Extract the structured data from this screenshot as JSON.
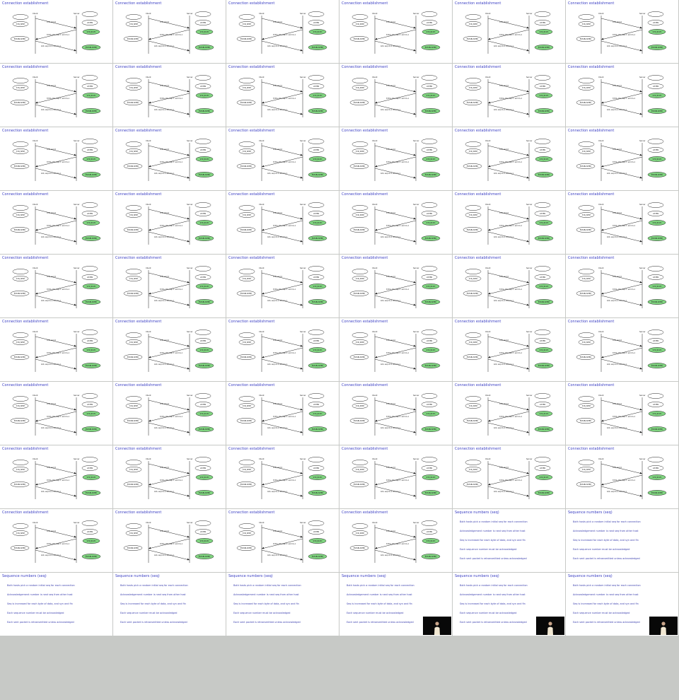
{
  "conn_title": "Connection establishment",
  "seq_title": "Sequence numbers (seq)",
  "diagram": {
    "client_label": "Client",
    "server_label": "Server",
    "state_listen": "LISTEN",
    "state_syn_sent": "SYN_SENT",
    "state_syn_rcvd": "SYN_RCVD",
    "state_established": "ESTABLISHED",
    "msg1": "SYN, seq=X",
    "msg2": "SYN & ACK, seq=Y, ack=X+1",
    "msg3": "ACK, seq=X+1, ack=Y+1"
  },
  "bullets": [
    "Both hosts pick a random initial seq for each connection",
    "Acknowledgement number is next seq from other host",
    "Seq is increased for each byte of data, and syn and fin",
    "Each sequence number must be acknowledged",
    "Each sent packet is retransmitted unless acknowledged"
  ],
  "colors": {
    "title": "#3b3fc4",
    "established_fill": "#7fd47f",
    "tile_bg": "#ffffff",
    "gap": "#c7c9c6"
  }
}
